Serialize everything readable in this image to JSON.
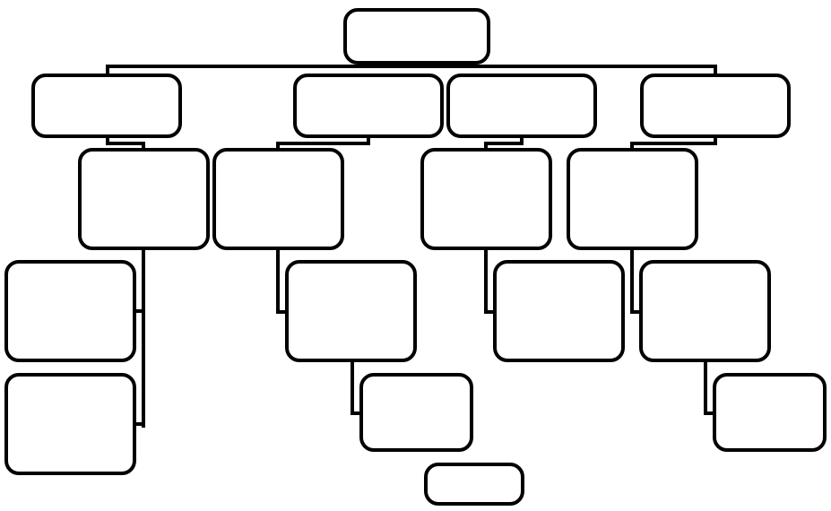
{
  "diagram": {
    "type": "org-chart",
    "labels": "none",
    "colors": {
      "background": "#ffffff",
      "box_fill": "#ffffff",
      "stroke": "#000000"
    },
    "boxes": [
      {
        "id": "root",
        "label": ""
      },
      {
        "id": "level1-a",
        "label": ""
      },
      {
        "id": "level1-b",
        "label": ""
      },
      {
        "id": "level1-c",
        "label": ""
      },
      {
        "id": "level1-d",
        "label": ""
      },
      {
        "id": "level2-a",
        "label": ""
      },
      {
        "id": "level2-b",
        "label": ""
      },
      {
        "id": "level2-c",
        "label": ""
      },
      {
        "id": "level2-d",
        "label": ""
      },
      {
        "id": "level3-a1",
        "label": ""
      },
      {
        "id": "level3-a2",
        "label": ""
      },
      {
        "id": "level3-b1",
        "label": ""
      },
      {
        "id": "level3-b2",
        "label": ""
      },
      {
        "id": "level3-c1",
        "label": ""
      },
      {
        "id": "level3-d1",
        "label": ""
      },
      {
        "id": "level3-d2",
        "label": ""
      },
      {
        "id": "footer-box",
        "label": ""
      }
    ],
    "connections": [
      [
        "root",
        "level1-a"
      ],
      [
        "root",
        "level1-b"
      ],
      [
        "root",
        "level1-c"
      ],
      [
        "root",
        "level1-d"
      ],
      [
        "level1-a",
        "level2-a"
      ],
      [
        "level1-b",
        "level2-b"
      ],
      [
        "level1-c",
        "level2-c"
      ],
      [
        "level1-d",
        "level2-d"
      ],
      [
        "level2-a",
        "level3-a1"
      ],
      [
        "level2-a",
        "level3-a2"
      ],
      [
        "level2-b",
        "level3-b1"
      ],
      [
        "level3-b1",
        "level3-b2"
      ],
      [
        "level2-c",
        "level3-c1"
      ],
      [
        "level2-d",
        "level3-d1"
      ],
      [
        "level3-d1",
        "level3-d2"
      ]
    ]
  }
}
